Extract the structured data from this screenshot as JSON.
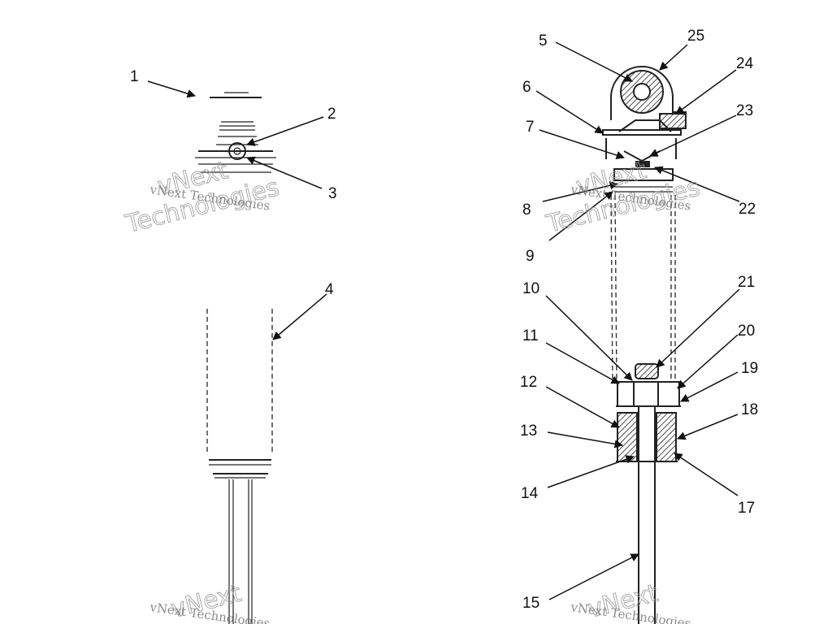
{
  "callouts": [
    {
      "text": "1"
    },
    {
      "text": "2"
    },
    {
      "text": "3"
    },
    {
      "text": "4"
    },
    {
      "text": "5"
    },
    {
      "text": "25"
    },
    {
      "text": "24"
    },
    {
      "text": "6"
    },
    {
      "text": "23"
    },
    {
      "text": "7"
    },
    {
      "text": "8"
    },
    {
      "text": "22"
    },
    {
      "text": "9"
    },
    {
      "text": "10"
    },
    {
      "text": "21"
    },
    {
      "text": "20"
    },
    {
      "text": "11"
    },
    {
      "text": "19"
    },
    {
      "text": "12"
    },
    {
      "text": "18"
    },
    {
      "text": "13"
    },
    {
      "text": "14"
    },
    {
      "text": "17"
    },
    {
      "text": "15"
    }
  ],
  "watermark": {
    "small": "vNext Technologies",
    "big_top": "vNext",
    "big_bottom": "Technologies"
  }
}
